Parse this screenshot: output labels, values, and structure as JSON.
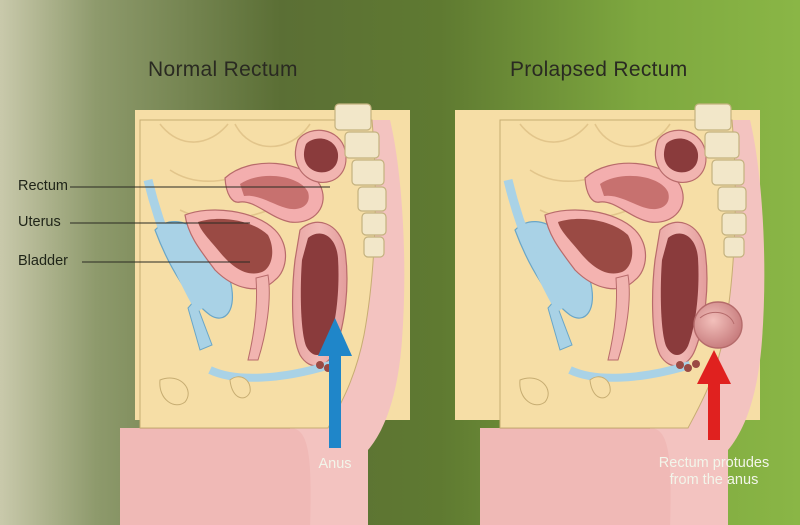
{
  "panels": {
    "left": {
      "title": "Normal Rectum"
    },
    "right": {
      "title": "Prolapsed Rectum"
    }
  },
  "labels": {
    "rectum": "Rectum",
    "uterus": "Uterus",
    "bladder": "Bladder"
  },
  "captions": {
    "anus": "Anus",
    "prolapse_line1": "Rectum protudes",
    "prolapse_line2": "from the anus"
  },
  "arrows": {
    "normal": {
      "color": "#1f86c9",
      "icon": "arrow-up-icon"
    },
    "prolapse": {
      "color": "#e0211f",
      "icon": "arrow-up-icon"
    }
  },
  "colors": {
    "background_left": "#c9c9ab",
    "background_mid": "#5f7a31",
    "background_right": "#8db848",
    "skin": "#f5c9c6",
    "fat": "#f6dea6",
    "rectum_wall": "#8a3b3c",
    "bladder": "#a9d2e6"
  }
}
